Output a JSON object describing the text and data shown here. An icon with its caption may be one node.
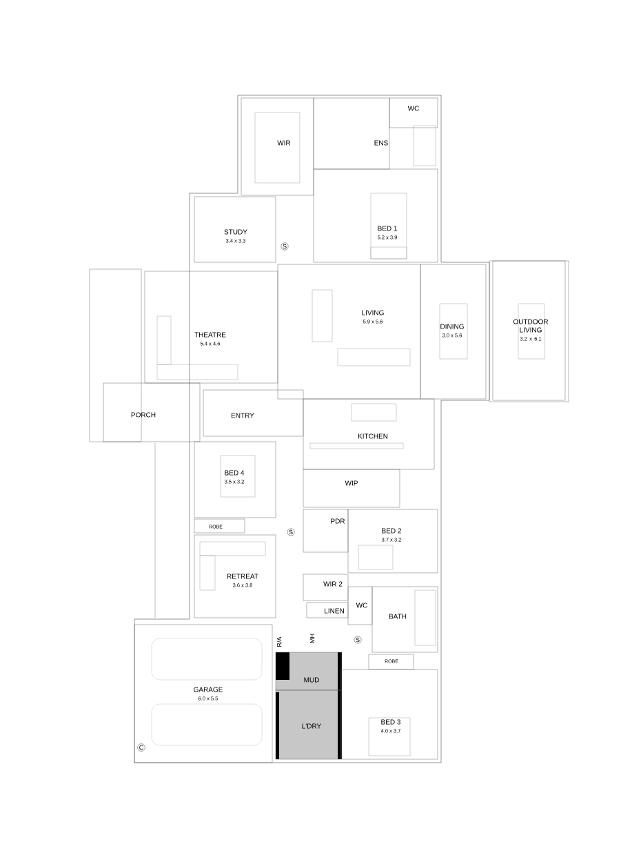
{
  "diagram": {
    "nodes": [
      {
        "text": [
          "WIR"
        ]
      },
      {
        "text": [
          "ENS"
        ]
      },
      {
        "text": [
          "WC"
        ]
      },
      {
        "text": [
          "STUDY",
          "3.4 x 3.3"
        ]
      },
      {
        "text": [
          "BED 1",
          "5.2 x 3.9"
        ]
      },
      {
        "text": [
          "THEATRE",
          "5.4 x 4.6"
        ]
      },
      {
        "text": [
          "LIVING",
          "5.9 x 5.6"
        ]
      },
      {
        "text": [
          "DINING",
          "3.0 x 5.6"
        ]
      },
      {
        "text": [
          "OUTDOOR LIVING",
          "3.2 x 6.1"
        ]
      },
      {
        "text": [
          "PORCH"
        ]
      },
      {
        "text": [
          "ENTRY"
        ]
      },
      {
        "text": [
          "KITCHEN"
        ]
      },
      {
        "text": [
          "BED 4",
          "3.5 x 3.2"
        ]
      },
      {
        "text": [
          "WIP"
        ]
      },
      {
        "text": [
          "ROBE"
        ]
      },
      {
        "text": [
          "PDR"
        ]
      },
      {
        "text": [
          "BED 2",
          "3.7 x 3.2"
        ]
      },
      {
        "text": [
          "RETREAT",
          "3.6 x 3.8"
        ]
      },
      {
        "text": [
          "WIR 2"
        ]
      },
      {
        "text": [
          "LINEN"
        ]
      },
      {
        "text": [
          "WC"
        ]
      },
      {
        "text": [
          "BATH"
        ]
      },
      {
        "text": [
          "ROBE"
        ]
      },
      {
        "text": [
          "MUD"
        ]
      },
      {
        "text": [
          "GARAGE",
          "6.0 x 5.5"
        ]
      },
      {
        "text": [
          "L'DRY"
        ]
      },
      {
        "text": [
          "BED 3",
          "4.0 x 3.7"
        ]
      }
    ],
    "labels": [
      "S",
      "S",
      "S",
      "MH",
      "R/A",
      "C"
    ]
  }
}
